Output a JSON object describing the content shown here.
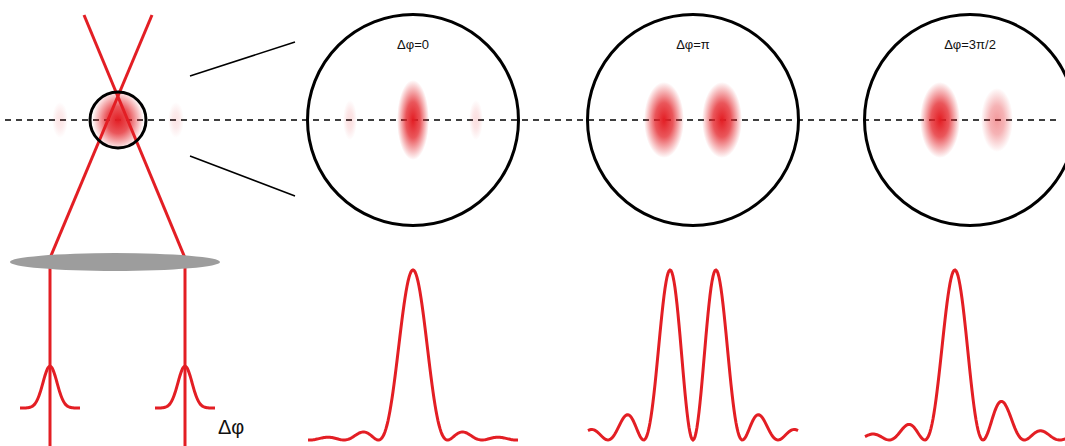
{
  "diagram": {
    "nodes": [
      {
        "text": [
          "Δφ=0"
        ]
      },
      {
        "text": [
          "Δφ=π"
        ]
      },
      {
        "text": [
          "Δφ=3π/2"
        ]
      }
    ],
    "labels": [
      "Δφ"
    ]
  }
}
